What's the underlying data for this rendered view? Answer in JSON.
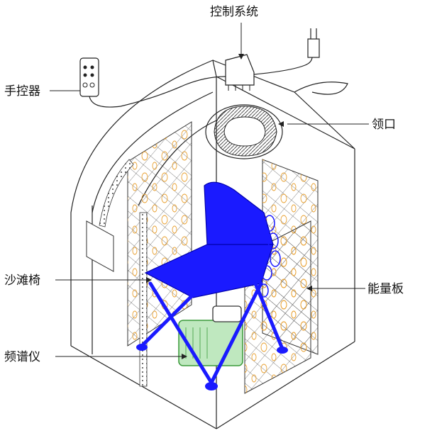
{
  "labels": {
    "control_system": "控制系统",
    "hand_controller": "手控器",
    "collar": "领口",
    "beach_chair": "沙滩椅",
    "energy_board": "能量板",
    "spectrometer": "频谱仪"
  },
  "colors": {
    "line": "#222222",
    "chair": "#1a1aff",
    "spectrometer": "#5cc05c",
    "board_pattern": "#e8a030"
  }
}
